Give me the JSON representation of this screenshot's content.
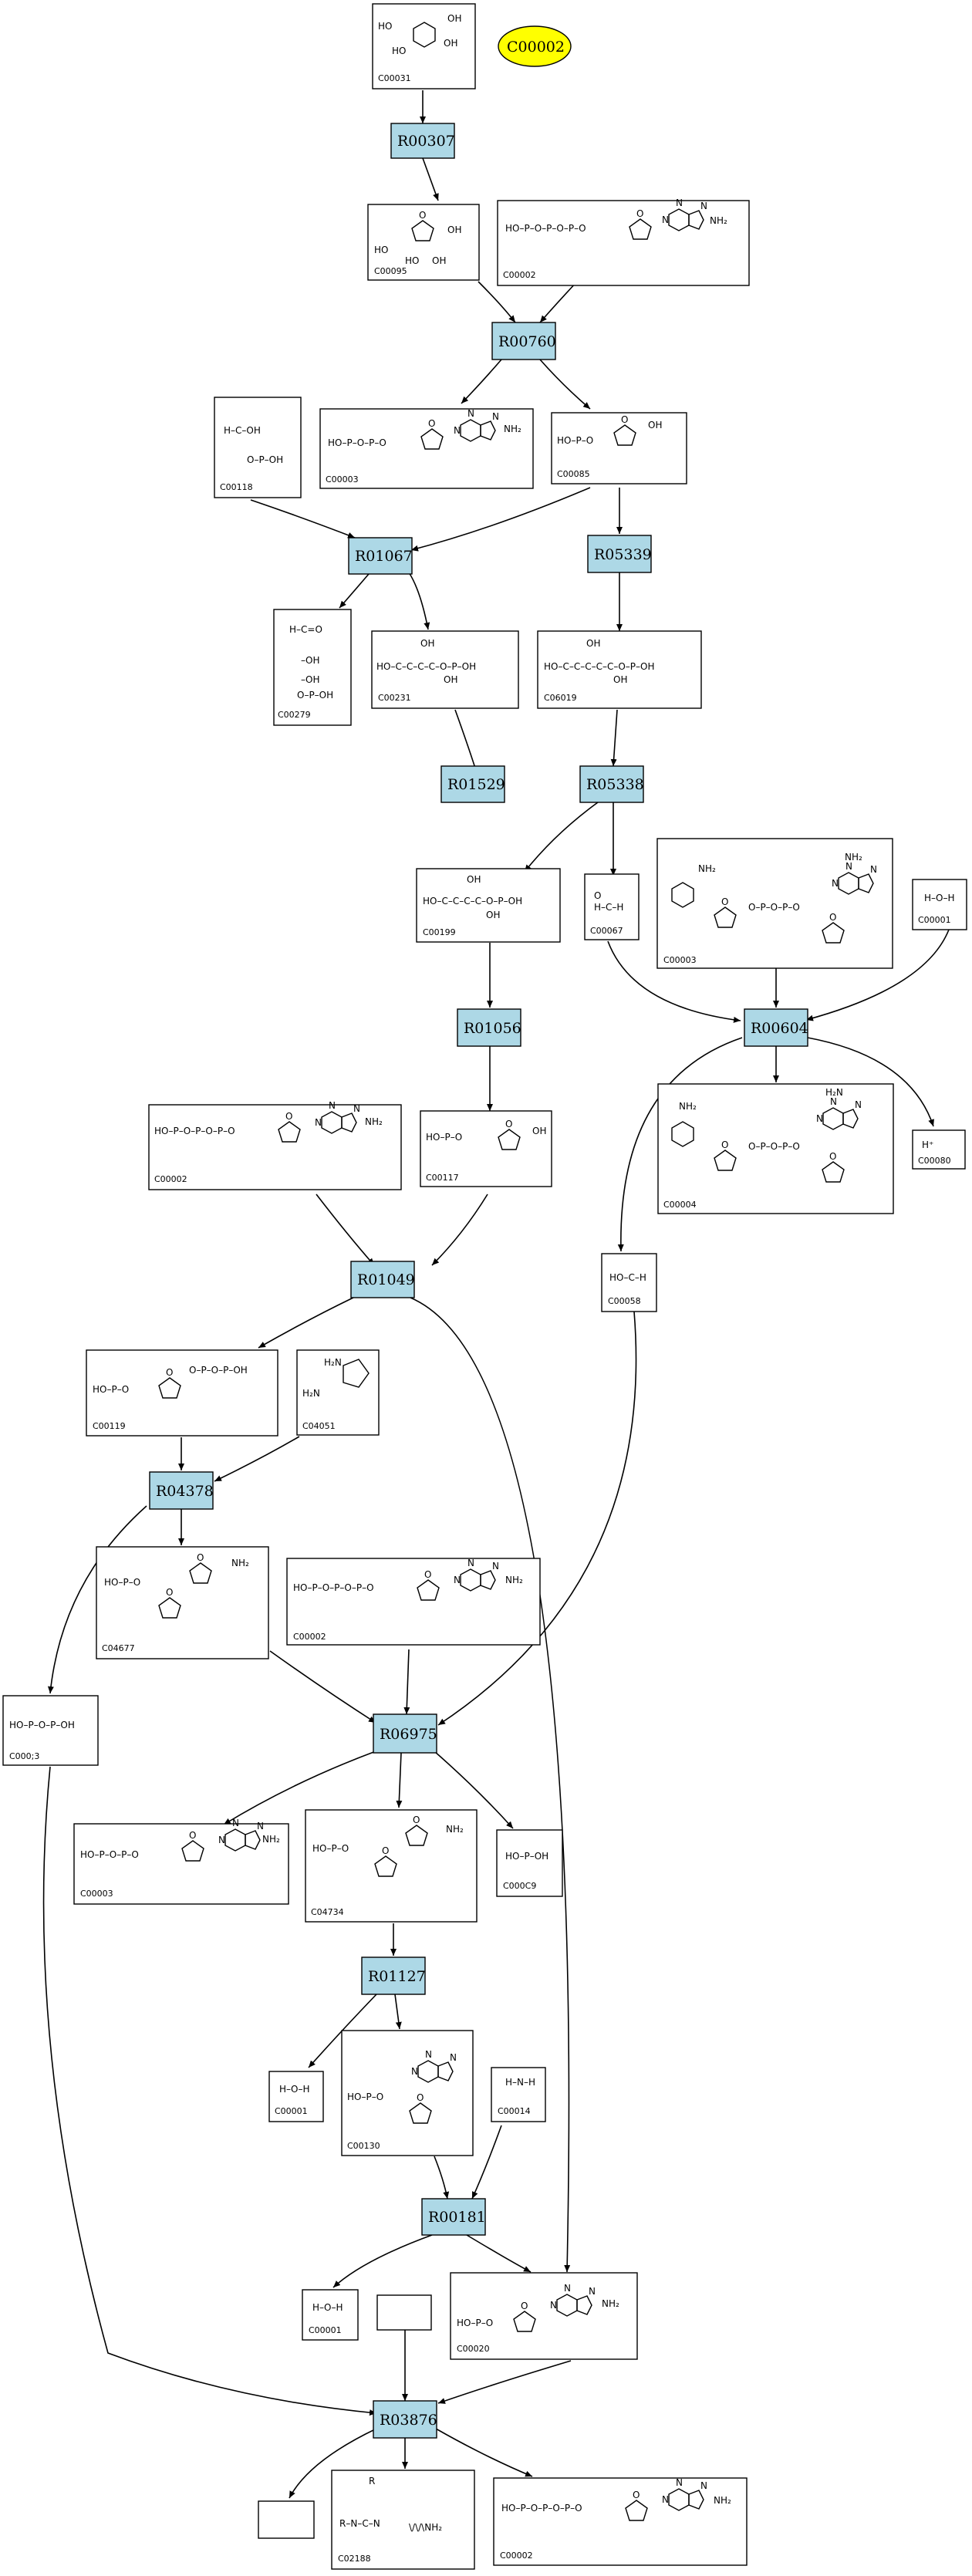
{
  "highlight": {
    "label": "C00002",
    "color": "#ffff00"
  },
  "reactions": [
    {
      "id": "r1",
      "label": "R00307"
    },
    {
      "id": "r2",
      "label": "R00760"
    },
    {
      "id": "r3",
      "label": "R01067"
    },
    {
      "id": "r4",
      "label": "R05339"
    },
    {
      "id": "r5",
      "label": "R01529"
    },
    {
      "id": "r6",
      "label": "R05338"
    },
    {
      "id": "r7",
      "label": "R01056"
    },
    {
      "id": "r8",
      "label": "R00604"
    },
    {
      "id": "r9",
      "label": "R01049"
    },
    {
      "id": "r10",
      "label": "R04378"
    },
    {
      "id": "r11",
      "label": "R06975"
    },
    {
      "id": "r12",
      "label": "R01127"
    },
    {
      "id": "r13",
      "label": "R00181"
    },
    {
      "id": "r14",
      "label": "R03876"
    }
  ],
  "compounds": [
    {
      "id": "c1",
      "label": "C00031"
    },
    {
      "id": "c2",
      "label": "C00095"
    },
    {
      "id": "c3",
      "label": "C00002"
    },
    {
      "id": "c4",
      "label": "C00118"
    },
    {
      "id": "c5",
      "label": "C00003"
    },
    {
      "id": "c6",
      "label": "C00085"
    },
    {
      "id": "c7",
      "label": "C00279"
    },
    {
      "id": "c8",
      "label": "C00231"
    },
    {
      "id": "c9",
      "label": "C06019"
    },
    {
      "id": "c10",
      "label": "C00199"
    },
    {
      "id": "c11",
      "label": "C00067"
    },
    {
      "id": "c12",
      "label": "C00003"
    },
    {
      "id": "c13",
      "label": "C00001"
    },
    {
      "id": "c14",
      "label": "C00002"
    },
    {
      "id": "c15",
      "label": "C00117"
    },
    {
      "id": "c16",
      "label": "C00004"
    },
    {
      "id": "c17",
      "label": "C00080"
    },
    {
      "id": "c18",
      "label": "C00058"
    },
    {
      "id": "c19",
      "label": "C00119"
    },
    {
      "id": "c20",
      "label": "C04051"
    },
    {
      "id": "c21",
      "label": "C04677"
    },
    {
      "id": "c22",
      "label": "C00002"
    },
    {
      "id": "c23",
      "label": "C000;3"
    },
    {
      "id": "c24",
      "label": "C00003"
    },
    {
      "id": "c25",
      "label": "C04734"
    },
    {
      "id": "c26",
      "label": "C000C9"
    },
    {
      "id": "c27",
      "label": "C00001"
    },
    {
      "id": "c28",
      "label": "C00130"
    },
    {
      "id": "c29",
      "label": "C00014"
    },
    {
      "id": "c30",
      "label": "C00001"
    },
    {
      "id": "c31",
      "label": ""
    },
    {
      "id": "c32",
      "label": "C00020"
    },
    {
      "id": "c33",
      "label": ""
    },
    {
      "id": "c34",
      "label": "C02188"
    },
    {
      "id": "c35",
      "label": "C00002"
    }
  ]
}
